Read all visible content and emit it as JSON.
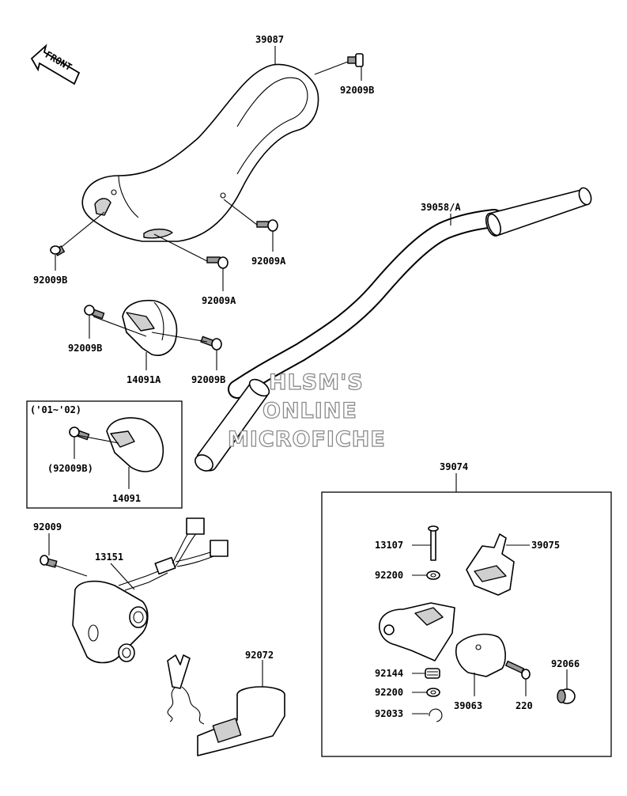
{
  "front_arrow": {
    "text": "FRONT"
  },
  "watermark": {
    "line1": "HLSM'S",
    "line2": "ONLINE",
    "line3": "MICROFICHE"
  },
  "inset": {
    "note": "('01~'02)"
  },
  "labels": {
    "p39087": "39087",
    "p92009B_top": "92009B",
    "p92009B_left": "92009B",
    "p92009A_right": "92009A",
    "p92009A_bottom": "92009A",
    "p39058A": "39058/A",
    "p92009B_cover_left": "92009B",
    "p92009B_cover_right": "92009B",
    "p14091A": "14091A",
    "p92009B_inset": "(92009B)",
    "p14091": "14091",
    "p39074": "39074",
    "p92009": "92009",
    "p13151": "13151",
    "p13107": "13107",
    "p39075": "39075",
    "p92200_a": "92200",
    "p92144": "92144",
    "p92200_b": "92200",
    "p92033": "92033",
    "p39063": "39063",
    "p220": "220",
    "p92066": "92066",
    "p92072": "92072"
  },
  "colors": {
    "line": "#000000",
    "shade": "#cfcfcf",
    "watermark_outline": "#8a8a8a"
  }
}
